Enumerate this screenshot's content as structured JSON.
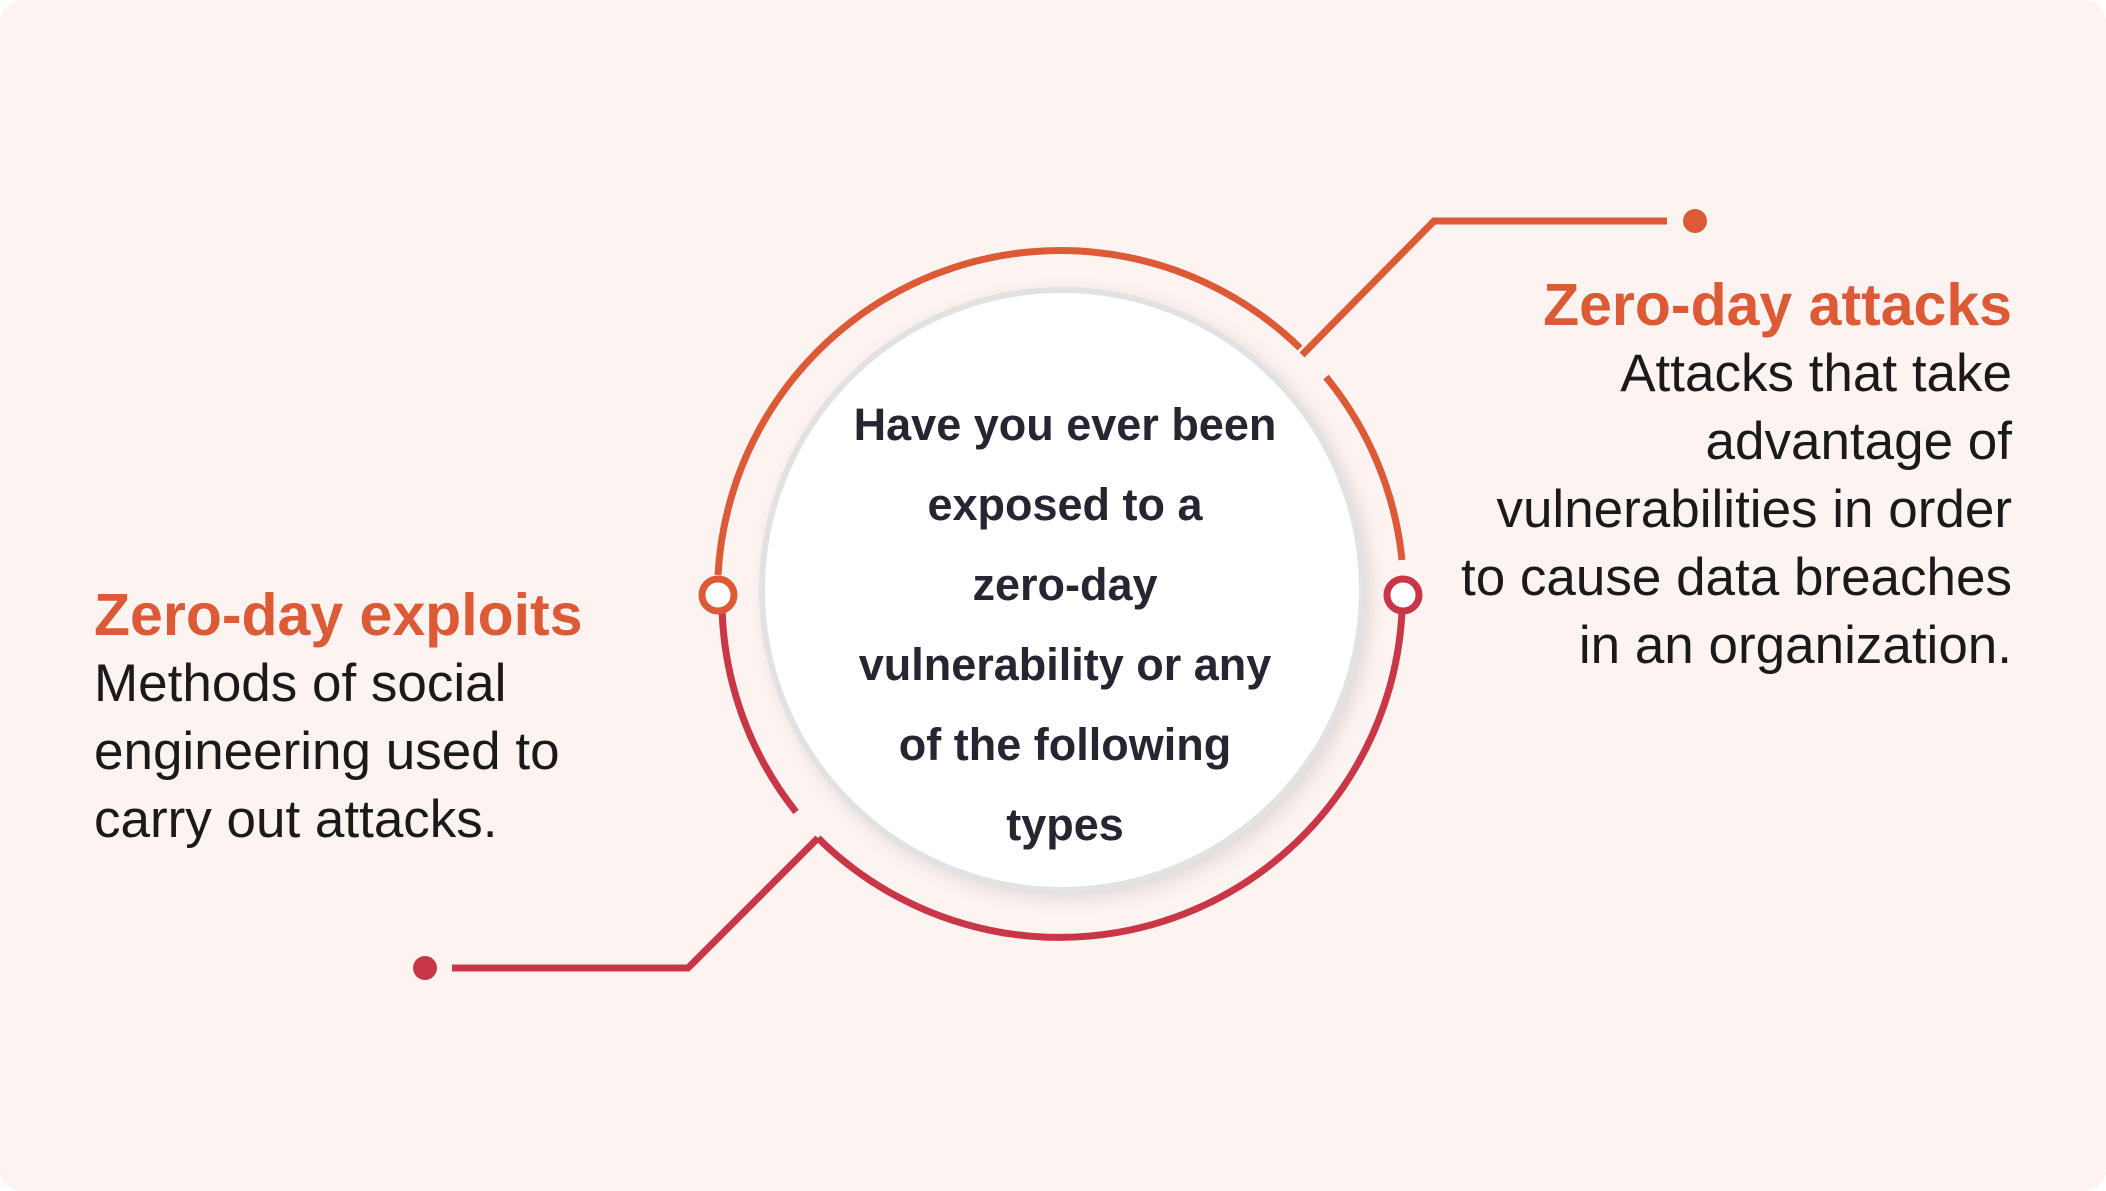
{
  "colors": {
    "background": "#fdf4f1",
    "orange": "#dc5a35",
    "crimson": "#c93647",
    "text_dark": "#262633",
    "text_body": "#1a1a1a"
  },
  "center": {
    "question_lines": [
      "Have you ever been",
      "exposed to a",
      "zero-day",
      "vulnerability or any",
      "of the following",
      "types"
    ]
  },
  "left": {
    "title": "Zero-day exploits",
    "description_lines": [
      "Methods of social",
      "engineering used to",
      "carry out attacks."
    ]
  },
  "right": {
    "title": "Zero-day attacks",
    "description_lines": [
      "Attacks that take",
      "advantage of",
      "vulnerabilities in order",
      "to cause data breaches",
      "in an organization."
    ]
  }
}
